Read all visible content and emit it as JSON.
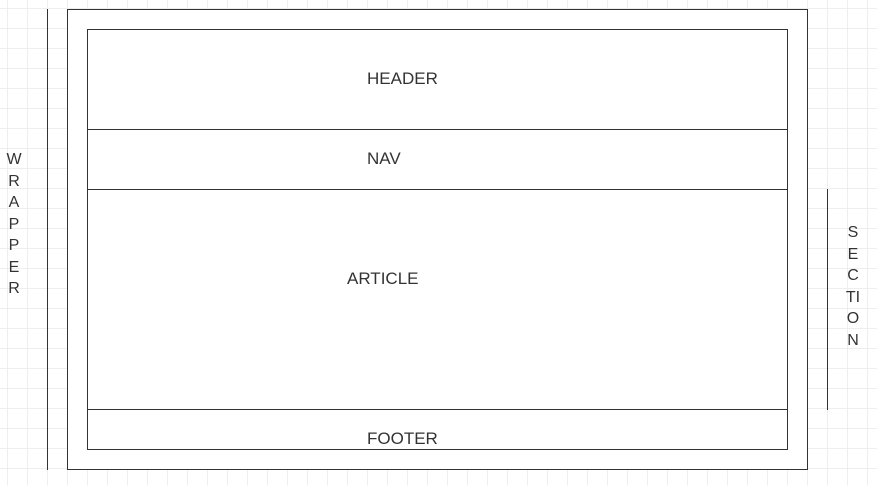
{
  "diagram": {
    "wrapper_label": "WRAPPER",
    "section_label": "SECTION",
    "boxes": {
      "header": "HEADER",
      "nav": "NAV",
      "article": "ARTICLE",
      "footer": "FOOTER"
    }
  },
  "colors": {
    "line": "#333333",
    "text": "#333333",
    "grid": "#eeeeee",
    "background": "#ffffff"
  }
}
